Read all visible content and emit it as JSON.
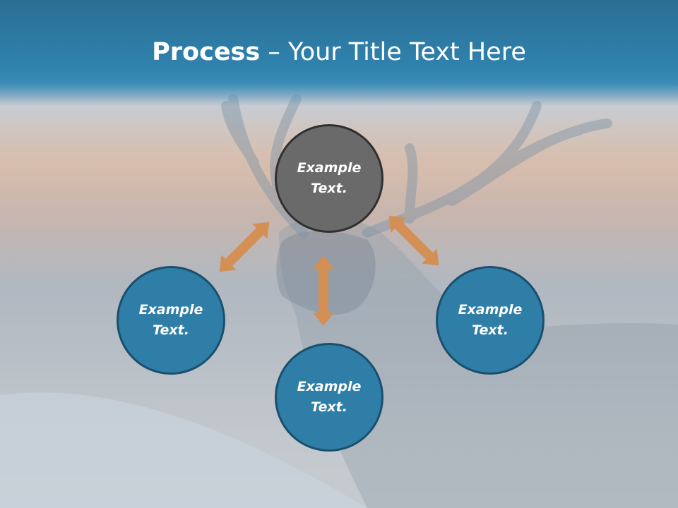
{
  "title": {
    "bold": "Process",
    "rest": " – Your Title Text Here"
  },
  "colors": {
    "title_band": "#2f81ad",
    "center_fill": "#6a6a6a",
    "node_fill": "#2e7ea8",
    "arrow": "#d38f54"
  },
  "diagram": {
    "center": {
      "label": "Example\nText."
    },
    "nodes": [
      {
        "label": "Example\nText."
      },
      {
        "label": "Example\nText."
      },
      {
        "label": "Example\nText."
      }
    ],
    "arrows": [
      {
        "icon": "double-arrow-icon",
        "from": "center",
        "to": "left"
      },
      {
        "icon": "double-arrow-icon",
        "from": "center",
        "to": "bottom"
      },
      {
        "icon": "double-arrow-icon",
        "from": "center",
        "to": "right"
      }
    ]
  }
}
